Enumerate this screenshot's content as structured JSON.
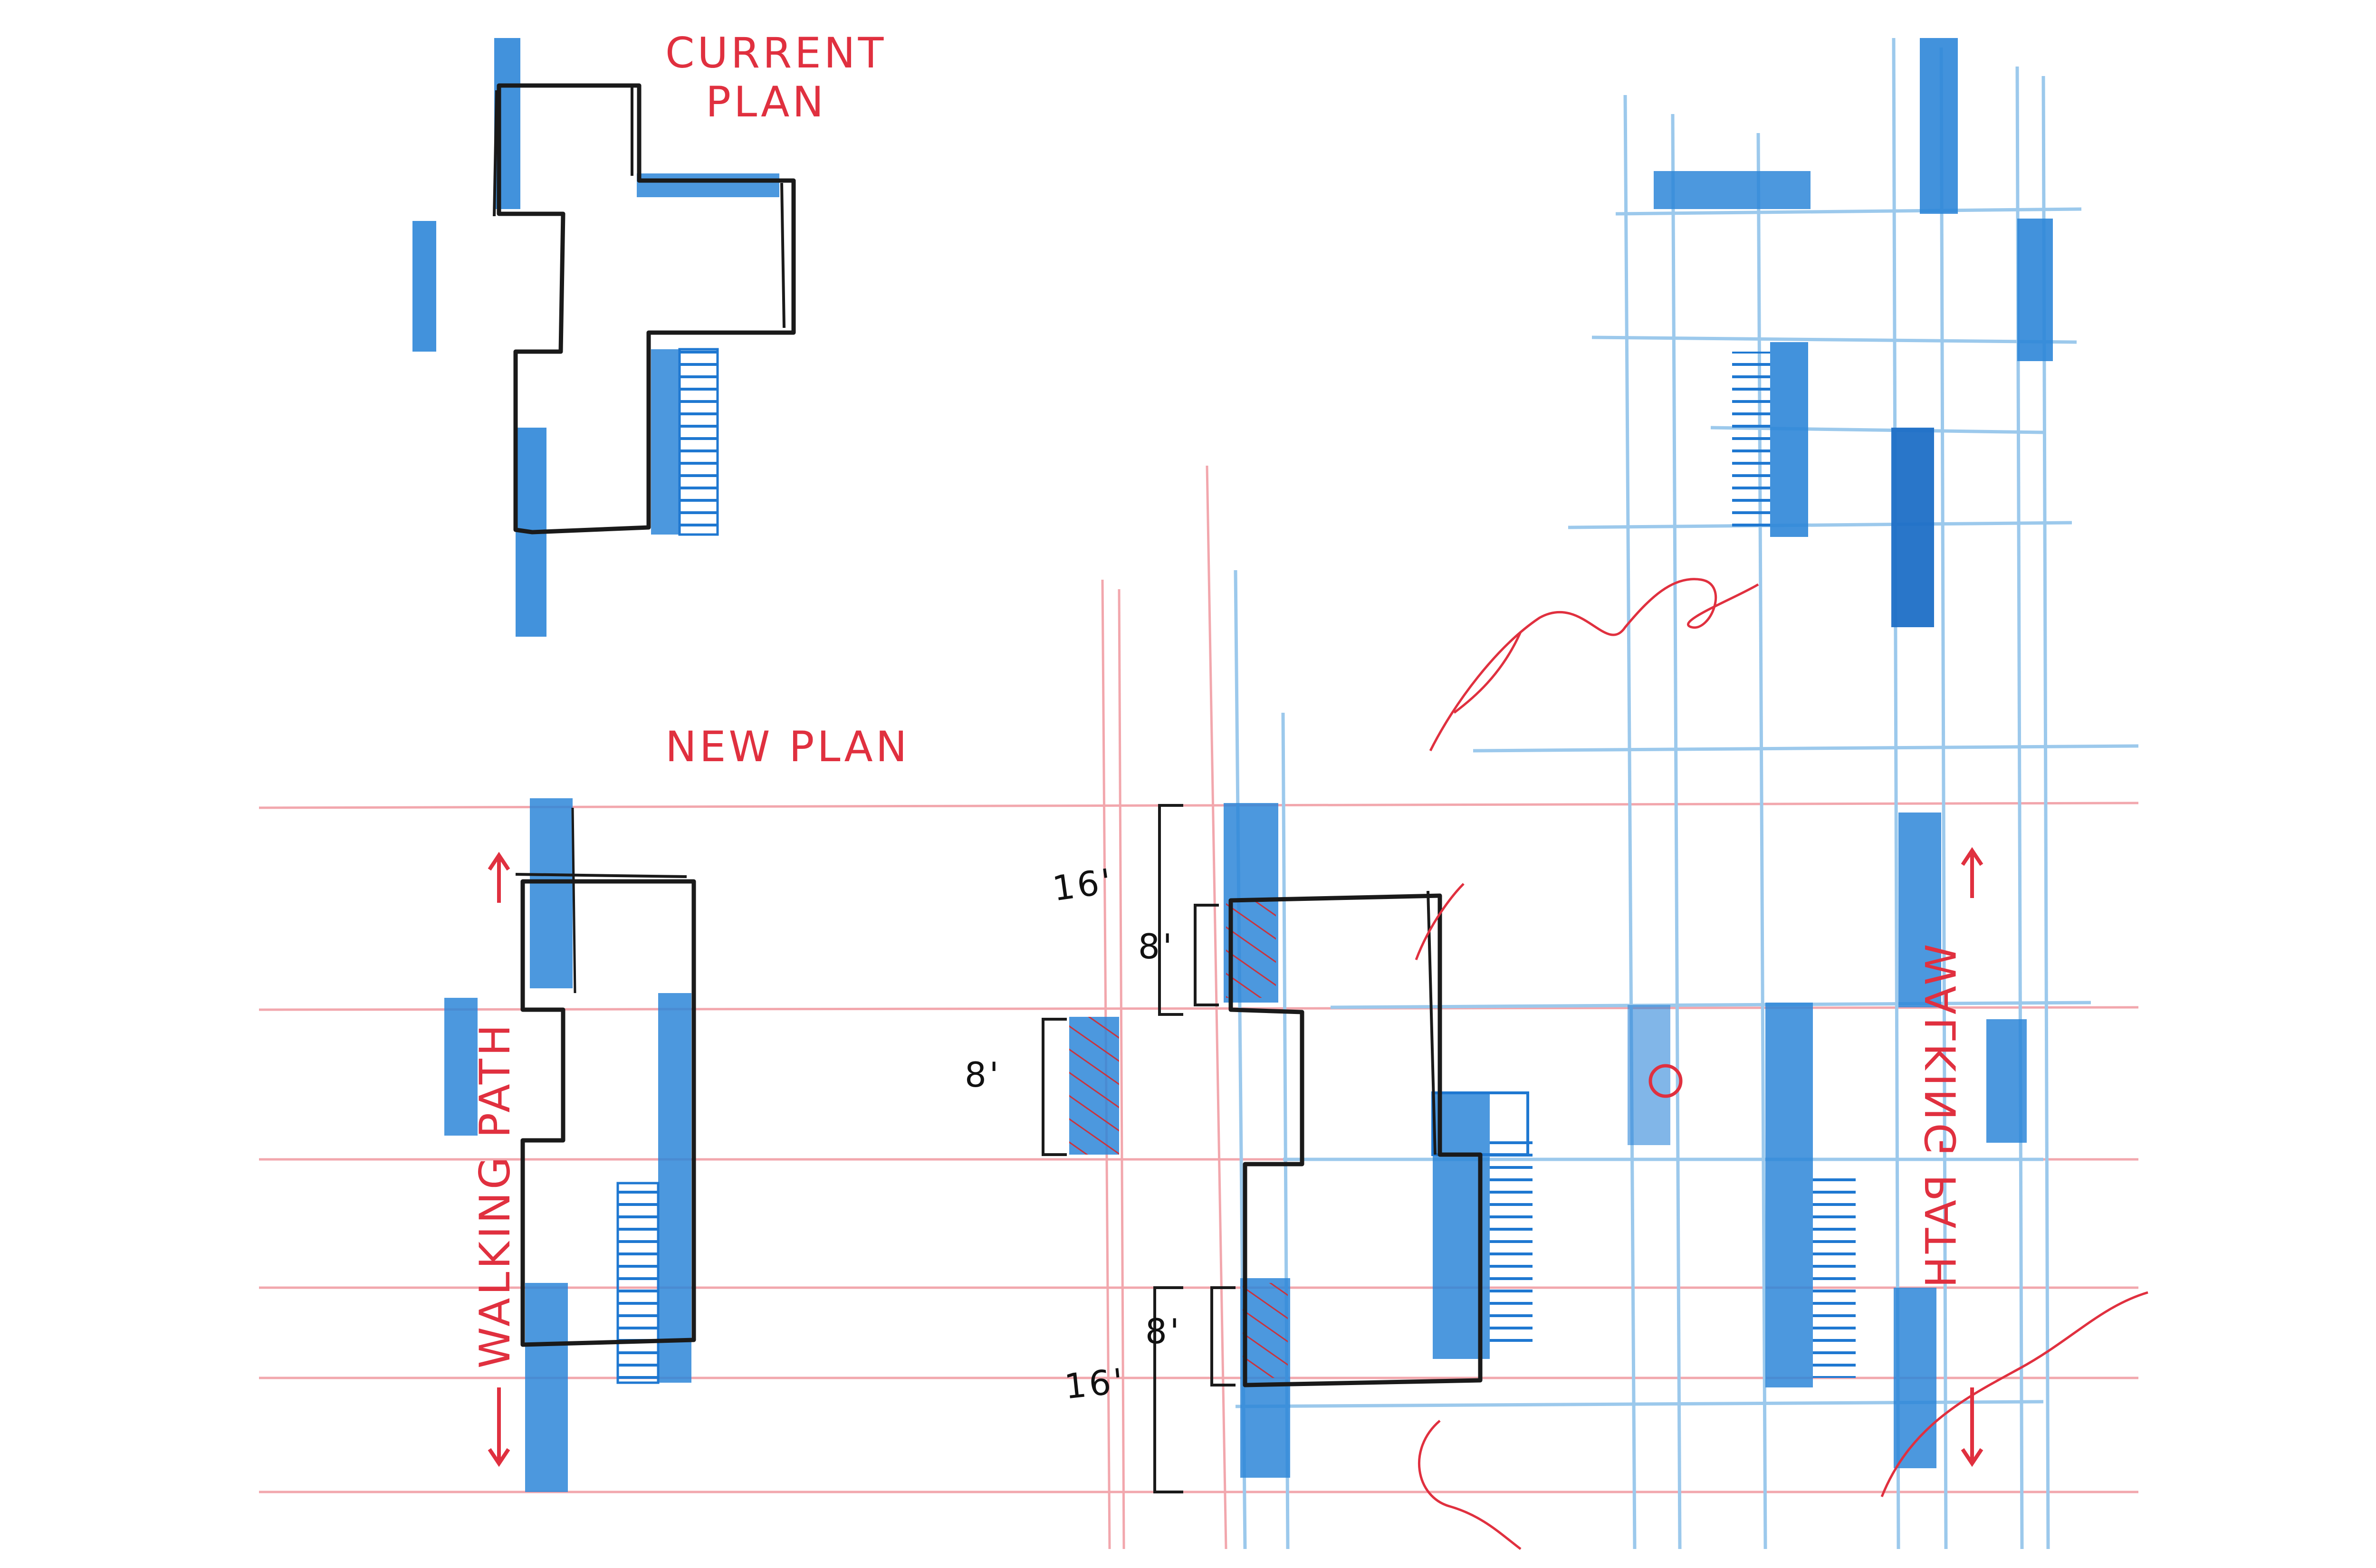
{
  "labels": {
    "current_plan_line1": "CURRENT",
    "current_plan_line2": "PLAN",
    "new_plan": "NEW PLAN",
    "walking_path_left": "WALKING PATH",
    "walking_path_right": "WALKING PATH"
  },
  "dimensions": {
    "d16_top": "16'",
    "d8_top": "8'",
    "d8_left": "8'",
    "d8_bottom": "8'",
    "d16_bottom": "16'"
  },
  "colors": {
    "ink": "#1a1a1a",
    "blue_pencil": "#1f78d1",
    "light_blue_grid": "#8fc3ea",
    "red_pencil": "#e0303f",
    "light_red_grid": "#f2a7ad"
  }
}
